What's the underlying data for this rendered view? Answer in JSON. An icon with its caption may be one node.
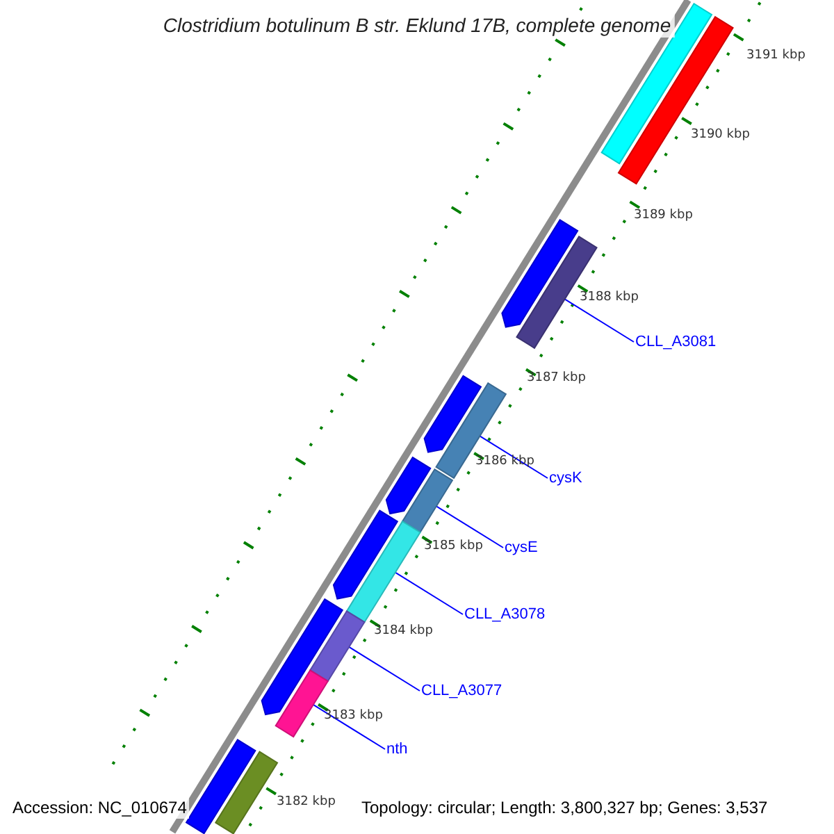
{
  "diagram": {
    "title": "Clostridium botulinum B str. Eklund 17B, complete genome",
    "nodes": [
      {
        "text": [
          "CLL_A3081"
        ]
      },
      {
        "text": [],
        "shape": "bar"
      },
      {
        "text": [
          "cysK"
        ]
      },
      {
        "text": [],
        "shape": "bar"
      },
      {
        "text": [
          "cysE"
        ]
      },
      {
        "text": [],
        "shape": "bar"
      },
      {
        "text": [
          "CLL_A3078"
        ]
      },
      {
        "text": [],
        "shape": "bar"
      },
      {
        "text": [
          "CLL_A3077"
        ]
      },
      {
        "text": [],
        "shape": "bar"
      },
      {
        "text": [
          "nth"
        ]
      },
      {
        "text": [],
        "shape": "bar"
      },
      {
        "text": [],
        "shape": "bar"
      },
      {
        "text": [],
        "shape": "bar"
      },
      {
        "text": [],
        "shape": "arrow"
      },
      {
        "text": [],
        "shape": "arrow"
      },
      {
        "text": [],
        "shape": "arrow"
      },
      {
        "text": [],
        "shape": "arrow"
      },
      {
        "text": [],
        "shape": "arrow"
      },
      {
        "text": [],
        "shape": "bar"
      },
      {
        "text": [],
        "shape": "bar"
      }
    ],
    "edges": [
      {
        "from": 0,
        "to": 1,
        "arrow": "none"
      },
      {
        "from": 2,
        "to": 3,
        "arrow": "none"
      },
      {
        "from": 4,
        "to": 5,
        "arrow": "none"
      },
      {
        "from": 6,
        "to": 7,
        "arrow": "none"
      },
      {
        "from": 8,
        "to": 9,
        "arrow": "none"
      },
      {
        "from": 10,
        "to": 11,
        "arrow": "none"
      }
    ],
    "labels": [
      "3191 kbp",
      "3190 kbp",
      "3189 kbp",
      "3188 kbp",
      "3187 kbp",
      "3186 kbp",
      "3185 kbp",
      "3184 kbp",
      "3183 kbp",
      "3182 kbp",
      "Accession: NC_010674",
      "Topology: circular; Length: 3,800,327 bp; Genes: 3,537"
    ]
  }
}
